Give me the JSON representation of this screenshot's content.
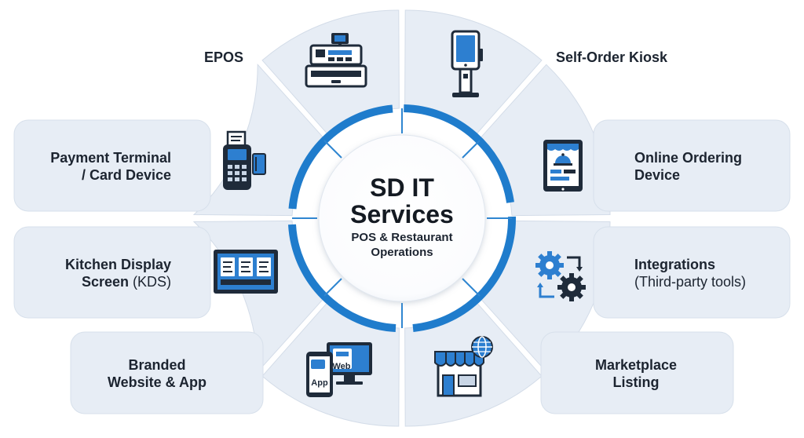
{
  "hub": {
    "title_line1": "SD IT",
    "title_line2": "Services",
    "subtitle_line1": "POS & Restaurant",
    "subtitle_line2": "Operations"
  },
  "services": {
    "epos": {
      "label": "EPOS",
      "icon": "cash-register-icon"
    },
    "kiosk": {
      "label": "Self-Order Kiosk",
      "icon": "kiosk-icon"
    },
    "payment": {
      "line1": "Payment Terminal",
      "line2": "/ Card Device",
      "icon": "card-terminal-icon"
    },
    "online": {
      "line1": "Online Ordering",
      "line2": "Device",
      "icon": "tablet-ordering-icon"
    },
    "kds": {
      "line1": "Kitchen Display",
      "line2_main": "Screen ",
      "line2_sub": "(KDS)",
      "icon": "kitchen-display-icon"
    },
    "integrations": {
      "line1": "Integrations",
      "line2": "(Third-party tools)",
      "icon": "gears-sync-icon"
    },
    "website": {
      "line1": "Branded",
      "line2": "Website & App",
      "icon": "web-app-devices-icon",
      "app_text": "App",
      "web_text": "Web"
    },
    "marketplace": {
      "line1": "Marketplace",
      "line2": "Listing",
      "icon": "storefront-globe-icon"
    }
  },
  "colors": {
    "panel": "#e7edf5",
    "panel_edge": "#d7e0eb",
    "ring": "#1f7ccc",
    "icon_dark": "#1f2b3a",
    "icon_blue": "#2d7fd0",
    "text": "#1c2430"
  }
}
